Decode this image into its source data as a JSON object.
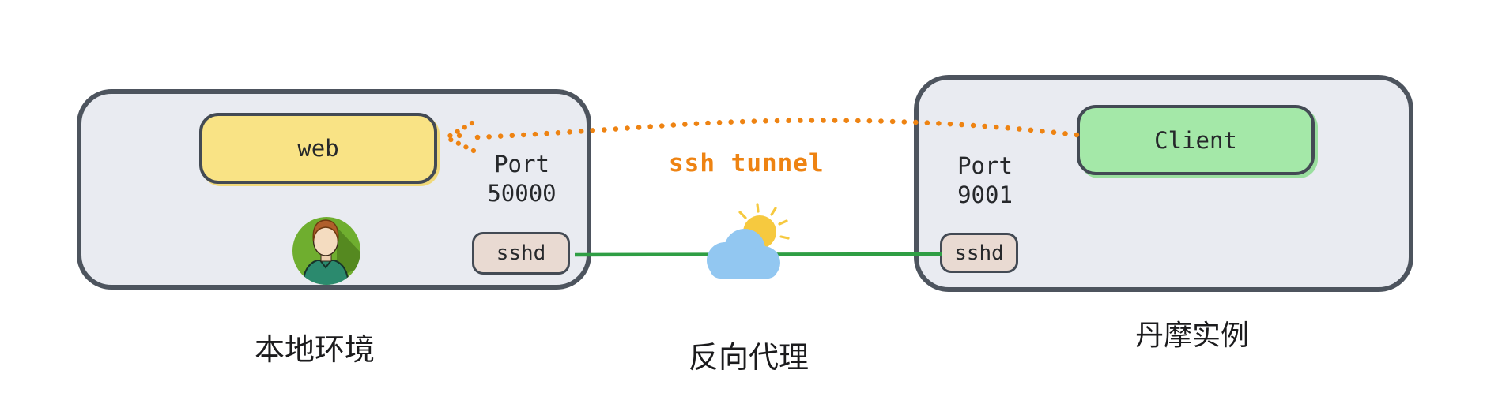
{
  "local_node": {
    "caption": "本地环境",
    "web_label": "web",
    "port": {
      "line1": "Port",
      "line2": "50000"
    },
    "sshd_label": "sshd"
  },
  "remote_node": {
    "caption": "丹摩实例",
    "client_label": "Client",
    "port": {
      "line1": "Port",
      "line2": "9001"
    },
    "sshd_label": "sshd"
  },
  "tunnel": {
    "label": "ssh tunnel",
    "caption": "反向代理"
  },
  "colors": {
    "accent_orange": "#ee8312",
    "connection_green": "#2f9e44",
    "node_fill": "#e9ebf1",
    "node_border": "#4d545e",
    "web_fill": "#f9e385",
    "client_fill": "#a4e8a8",
    "sshd_fill": "#e9dad2",
    "cloud_blue": "#92c7f1",
    "sun_yellow": "#f6c93f",
    "avatar_green": "#6fae2f"
  }
}
